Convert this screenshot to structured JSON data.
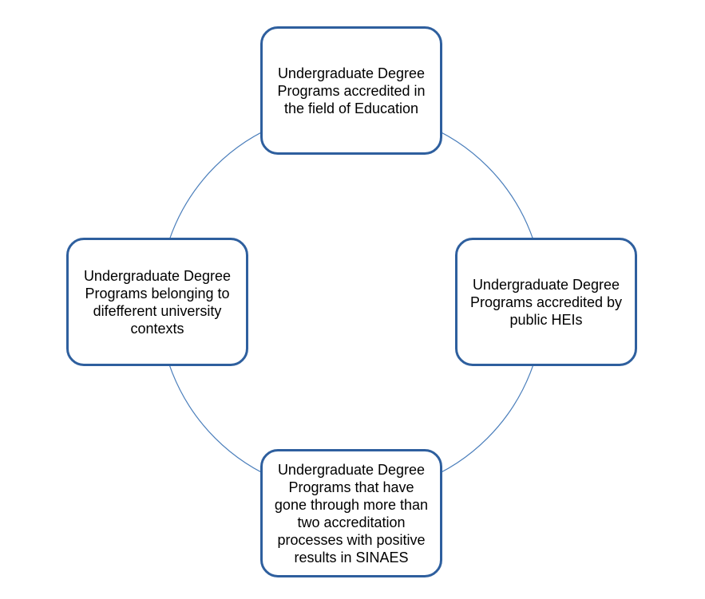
{
  "diagram": {
    "type": "cycle",
    "colors": {
      "node_border": "#2e5f9e",
      "connector": "#4a7ebb",
      "node_fill": "#ffffff",
      "text": "#000000"
    },
    "nodes": [
      {
        "id": "top",
        "label": "Undergraduate Degree Programs accredited in the field of Education"
      },
      {
        "id": "right",
        "label": "Undergraduate Degree Programs accredited by public HEIs"
      },
      {
        "id": "bottom",
        "label": "Undergraduate Degree Programs that have gone through more than two accreditation processes with positive results in SINAES"
      },
      {
        "id": "left",
        "label": "Undergraduate Degree Programs belonging to difefferent university contexts"
      }
    ]
  }
}
